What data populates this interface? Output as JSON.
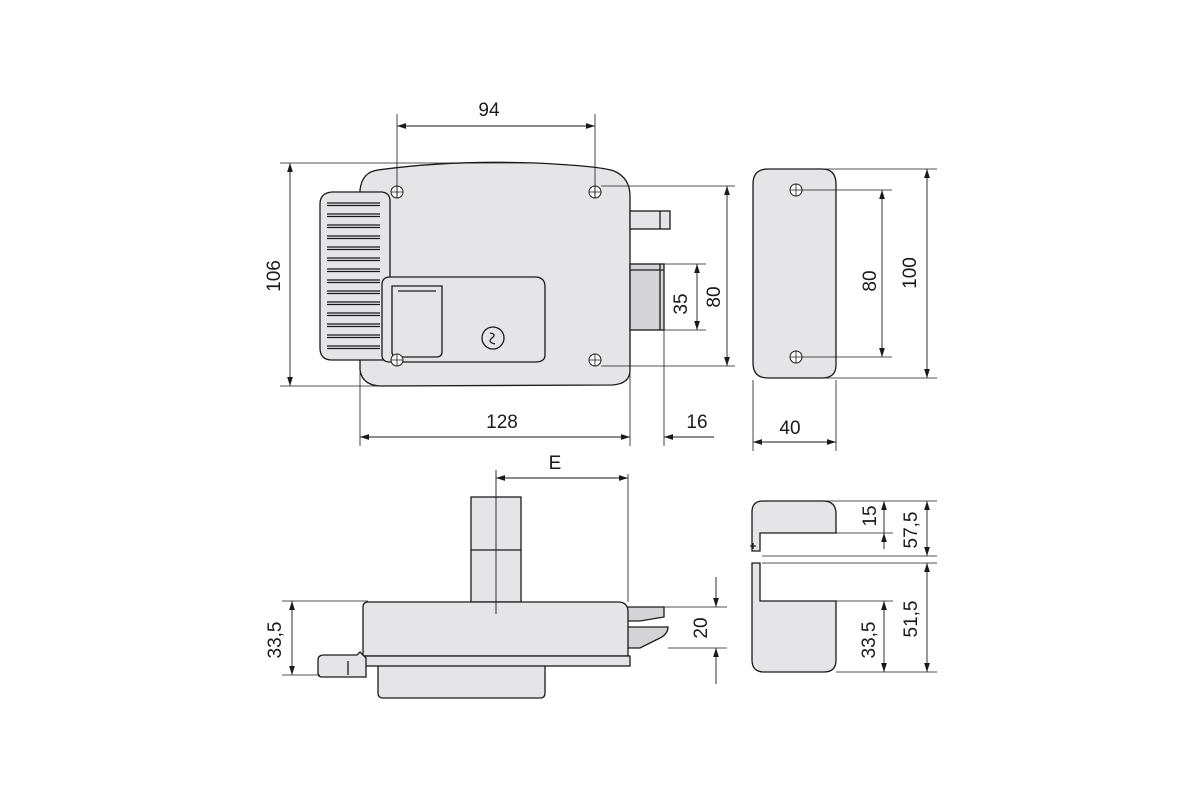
{
  "front_view": {
    "dim_width_holes": "94",
    "dim_height_total": "106",
    "dim_width_body": "128",
    "dim_bolt_projection": "16",
    "dim_latch_height": "35",
    "dim_hole_spacing_vertical": "80"
  },
  "side_view": {
    "dim_height": "100",
    "dim_hole_spacing": "80",
    "dim_depth": "40"
  },
  "top_view": {
    "dim_offset_e": "E",
    "dim_bolt_height": "20",
    "dim_body_height": "33,5"
  },
  "end_view": {
    "dim_top_lip": "15",
    "dim_top_total": "57,5",
    "dim_bottom_inner": "33,5",
    "dim_bottom_total": "51,5"
  },
  "colors": {
    "body": "#e5e5e7",
    "line": "#1a1a1a",
    "background": "#ffffff"
  }
}
